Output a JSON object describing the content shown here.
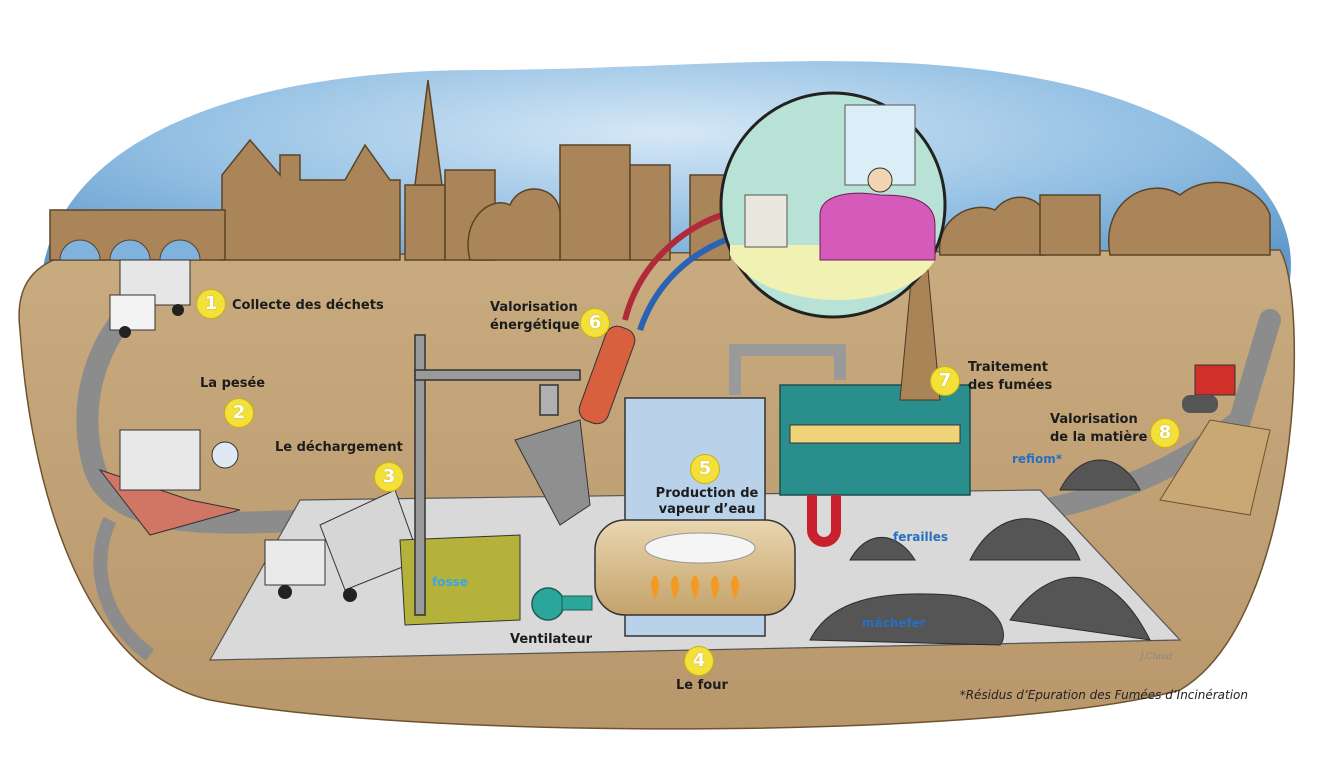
{
  "steps": [
    {
      "number": "1",
      "label": "Collecte des déchets"
    },
    {
      "number": "2",
      "label": "La pesée"
    },
    {
      "number": "3",
      "label": "Le déchargement"
    },
    {
      "number": "4",
      "label": "Le four"
    },
    {
      "number": "5",
      "label_line1": "Production de",
      "label_line2": "vapeur d’eau"
    },
    {
      "number": "6",
      "label_line1": "Valorisation",
      "label_line2": "énergétique"
    },
    {
      "number": "7",
      "label_line1": "Traitement",
      "label_line2": "des fumées"
    },
    {
      "number": "8",
      "label_line1": "Valorisation",
      "label_line2": "de la matière"
    }
  ],
  "labels": {
    "ventilateur": "Ventilateur",
    "fosse": "fosse",
    "refiom": "refiom*",
    "ferailles": "ferailles",
    "machefer": "mâchefer"
  },
  "footnote": "*Résidus d’Epuration des Fumées d’Incinération",
  "signature": "J.Claud",
  "colors": {
    "sky": "#7fb2dc",
    "ground": "#c4a478",
    "skyline": "#a88457",
    "road": "#8c8c8c",
    "badge": "#f4e03a",
    "blue_label": "#2a6ebf"
  }
}
